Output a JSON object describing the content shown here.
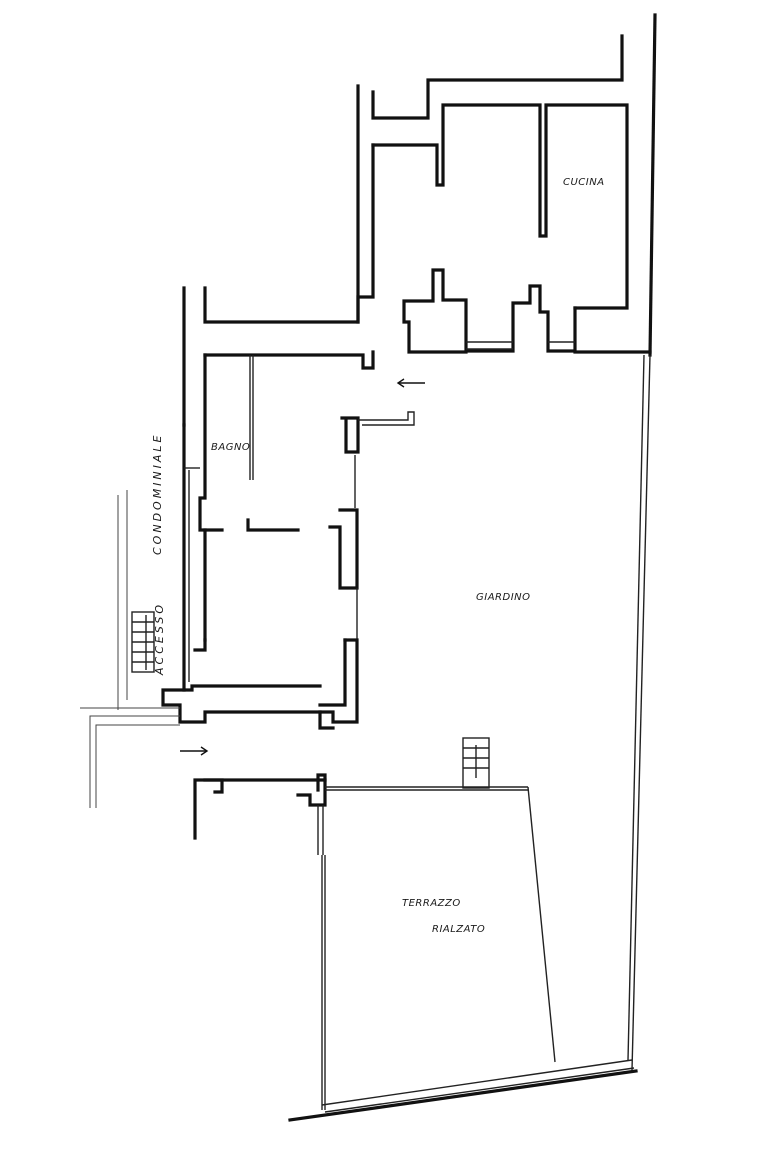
{
  "rooms": {
    "cucina": "CUCINA",
    "bagno": "BAGNO",
    "giardino": "GIARDINO",
    "terrazzo_line1": "TERRAZZO",
    "terrazzo_line2": "RIALZATO"
  },
  "side_labels": {
    "condominiale": "CONDOMINIALE",
    "accesso": "ACCESSO"
  },
  "colors": {
    "ink": "#111111",
    "paper": "#ffffff"
  },
  "icons": [
    "arrow-left-icon",
    "arrow-right-icon",
    "stair-icon"
  ]
}
